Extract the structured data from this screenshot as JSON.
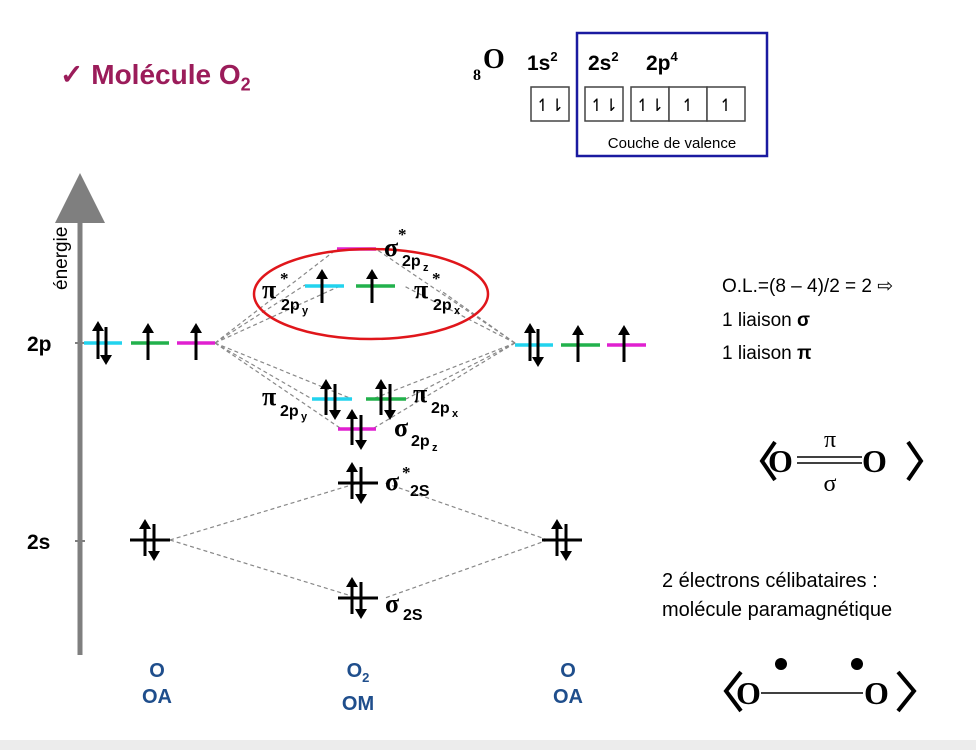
{
  "title": {
    "prefix": "✓ Molécule O",
    "sub": "2"
  },
  "electron_config": {
    "atomic_number": "8",
    "element": "O",
    "core": {
      "orbital": "1s",
      "exp": "2"
    },
    "valence": [
      {
        "orbital": "2s",
        "exp": "2"
      },
      {
        "orbital": "2p",
        "exp": "4"
      }
    ],
    "valence_label": "Couche de valence",
    "boxes": [
      "↿⇂",
      "↿⇂",
      "↿⇂",
      "↿",
      "↿"
    ]
  },
  "axis": {
    "label": "énergie",
    "level_2p": "2p",
    "level_2s": "2s"
  },
  "mo_labels": {
    "sigma_star_2pz": {
      "sym": "σ",
      "star": "*",
      "sub": "2p",
      "subsub": "z"
    },
    "pi_star_2py": {
      "sym": "π",
      "star": "*",
      "sub": "2p",
      "subsub": "y"
    },
    "pi_star_2px": {
      "sym": "π",
      "star": "*",
      "sub": "2p",
      "subsub": "x"
    },
    "pi_2py": {
      "sym": "π",
      "sub": "2p",
      "subsub": "y"
    },
    "pi_2px": {
      "sym": "π",
      "sub": "2p",
      "subsub": "x"
    },
    "sigma_2pz": {
      "sym": "σ",
      "sub": "2p",
      "subsub": "z"
    },
    "sigma_star_2s": {
      "sym": "σ",
      "star": "*",
      "sub": "2S"
    },
    "sigma_2s": {
      "sym": "σ",
      "sub": "2S"
    }
  },
  "bond_order": {
    "line1": "O.L.=(8 – 4)/2 = 2 ⇨",
    "line2_prefix": "1 liaison ",
    "line2_sym": "σ",
    "line3_prefix": "1 liaison ",
    "line3_sym": "π"
  },
  "lewis1": {
    "left": "O",
    "right": "O",
    "top": "π",
    "bottom": "σ"
  },
  "lewis2": {
    "left": "O",
    "right": "O"
  },
  "paramagnetic": {
    "line1": "2 électrons célibataires :",
    "line2": "molécule paramagnétique"
  },
  "columns": {
    "left": {
      "line1": "O",
      "line2": "OA"
    },
    "middle": {
      "line1": "O",
      "line1_sub": "2",
      "line2": "OM"
    },
    "right": {
      "line1": "O",
      "line2": "OA"
    }
  },
  "colors": {
    "title": "#9b1c5a",
    "labels": "#1f4e8c",
    "cyan": "#22d3ee",
    "green": "#22b14c",
    "magenta": "#e020d0",
    "ellipse": "#e0161b",
    "box": "#1a1aa0"
  }
}
